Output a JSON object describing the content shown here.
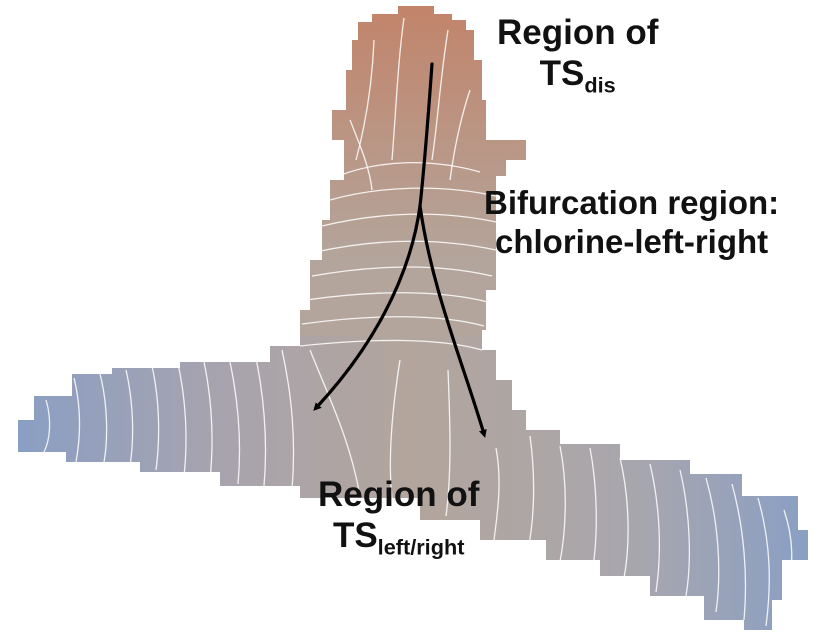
{
  "labels": {
    "ts_dis": {
      "line1": "Region of",
      "main": "TS",
      "sub": "dis"
    },
    "bifurcation": {
      "line1": "Bifurcation region:",
      "line2": "chlorine-left-right"
    },
    "ts_left_right": {
      "line1": "Region of",
      "main": "TS",
      "sub": "left/right"
    }
  },
  "colors": {
    "top_region": "#c2846a",
    "center": "#b3a59c",
    "arm_ends": "#8a9fc4",
    "contour": "#ffffff",
    "arrow": "#000000"
  },
  "shapes": {
    "surface": "T-shaped potential energy surface with contour lines",
    "arrows": "bifurcating reaction path arrows"
  }
}
